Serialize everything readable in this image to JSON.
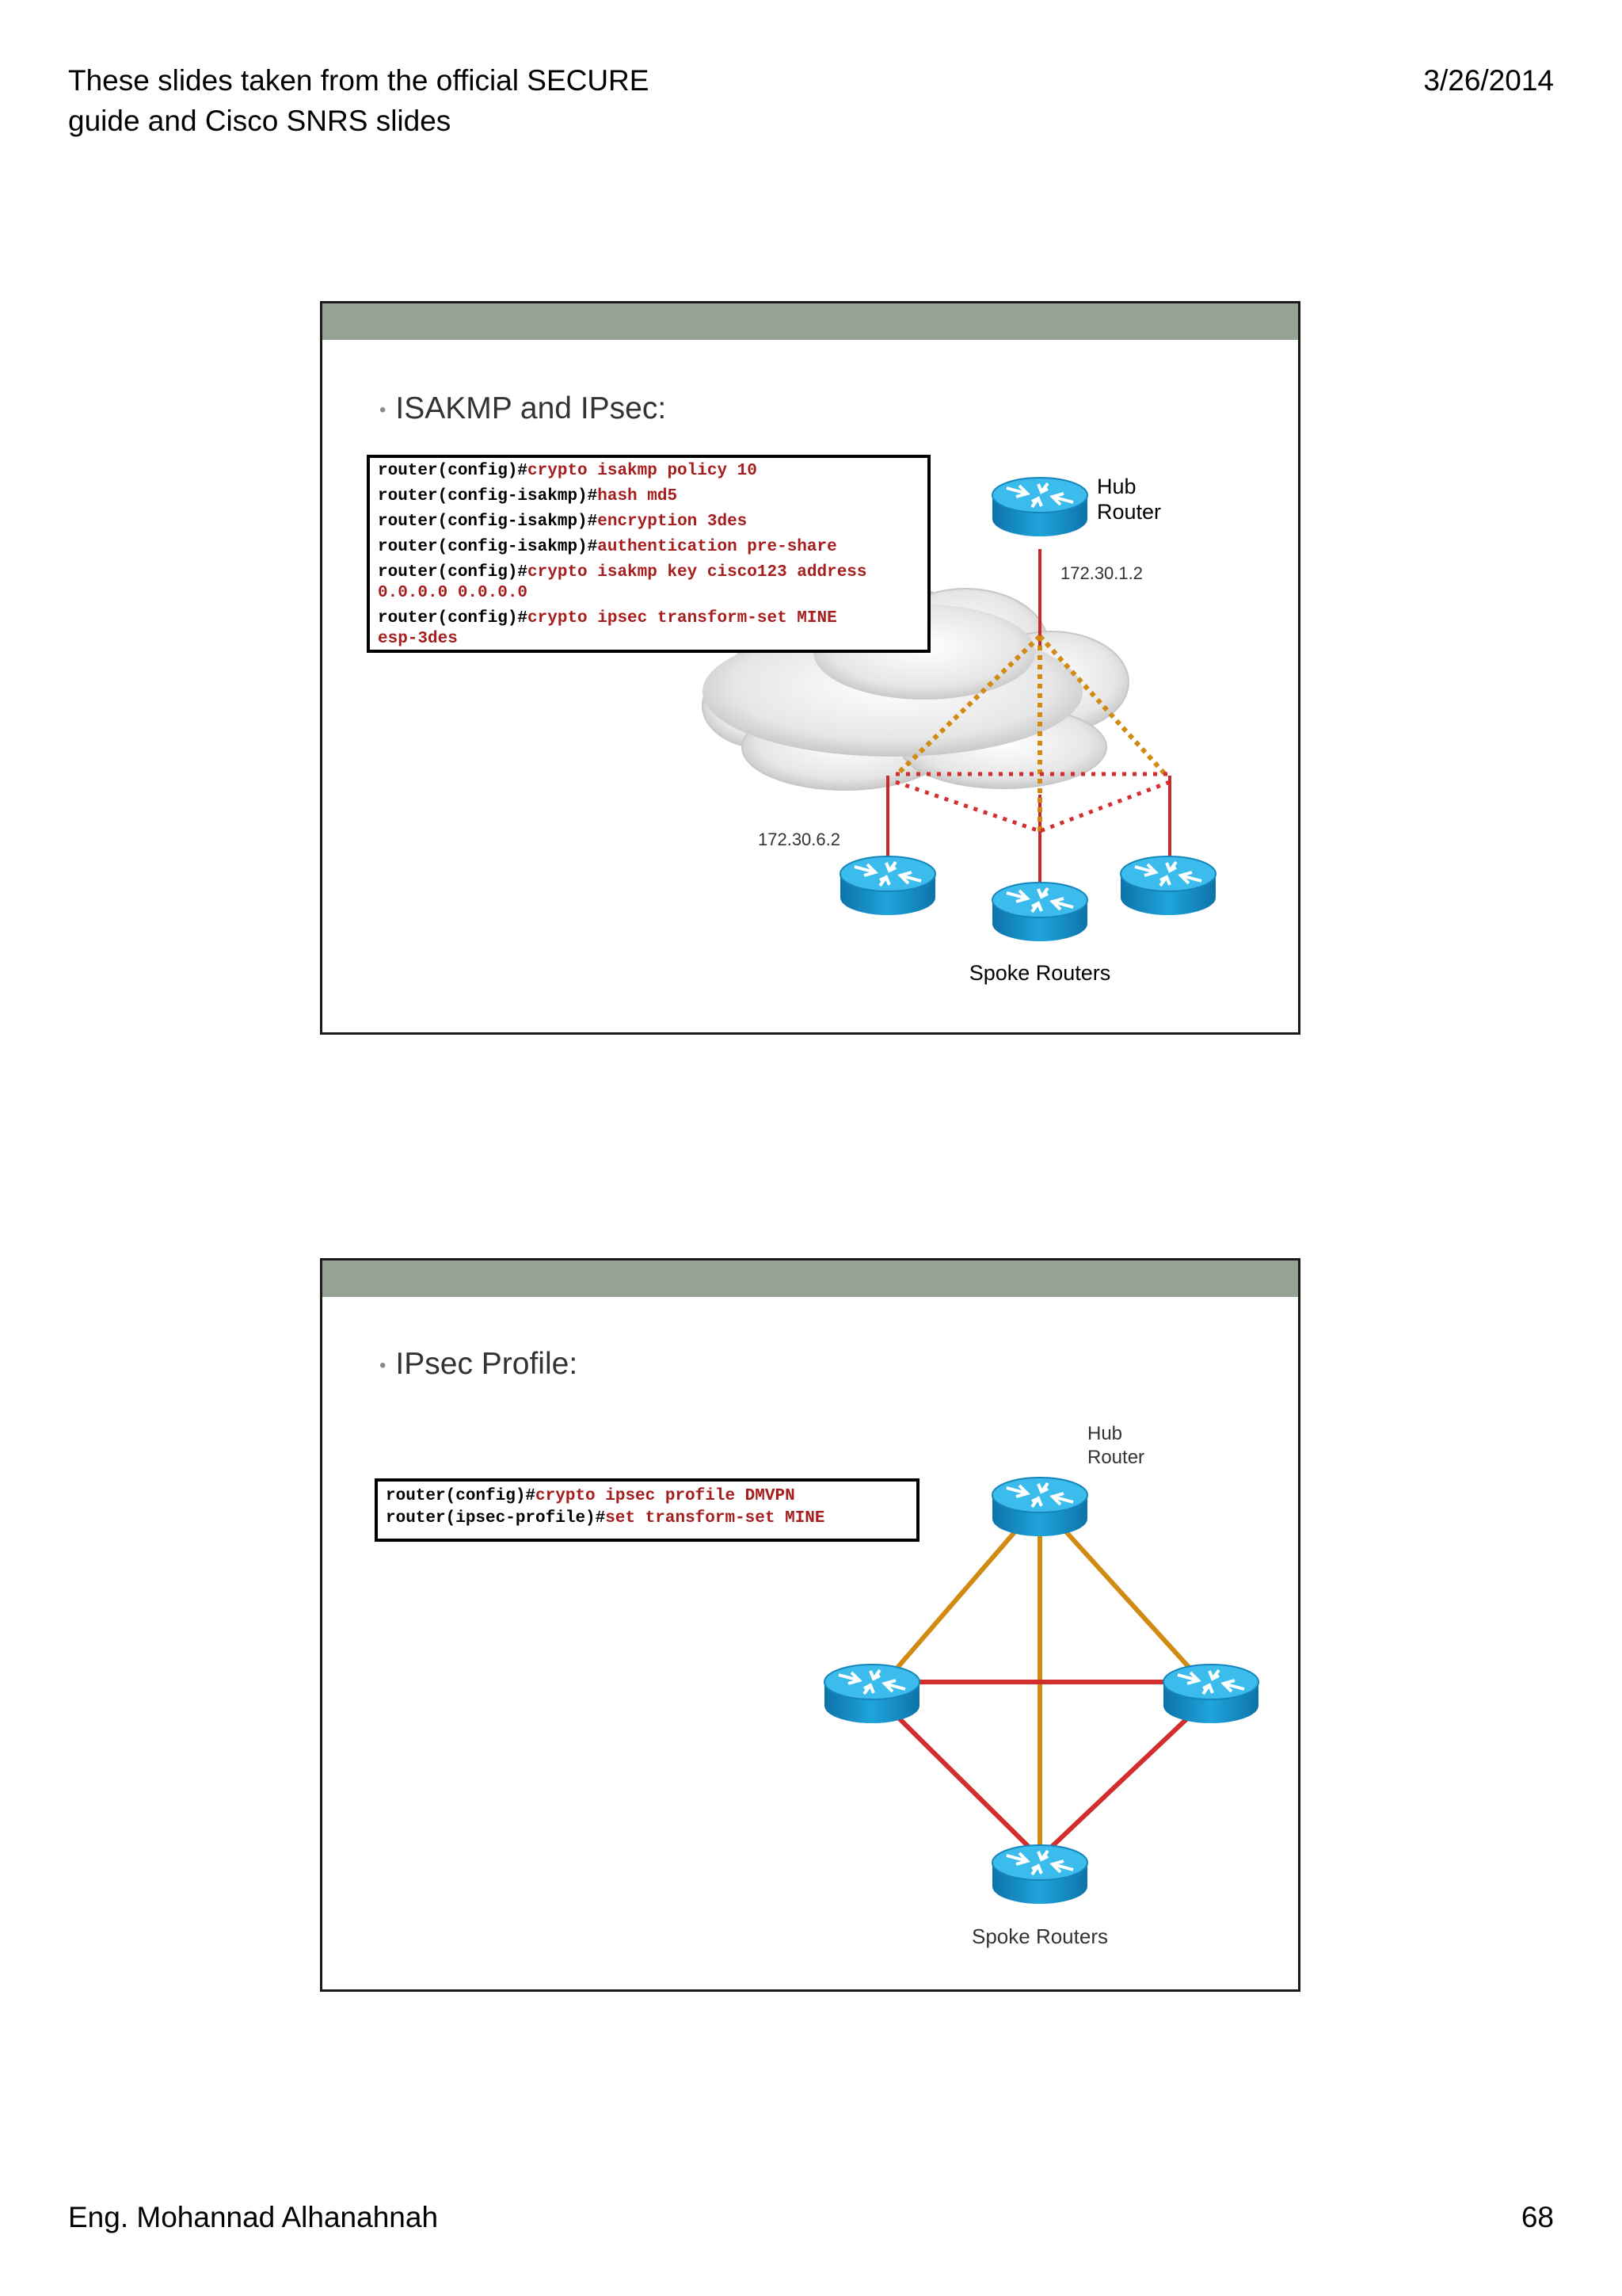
{
  "header": {
    "title_lines": [
      "These slides taken from the official SECURE",
      "guide and Cisco SNRS slides"
    ],
    "date": "3/26/2014"
  },
  "footer": {
    "author": "Eng. Mohannad Alhanahnah",
    "page": "68"
  },
  "slides": [
    {
      "bullet": "ISAKMP and IPsec:",
      "code": [
        {
          "prompt": "router(config)#",
          "cmd": "crypto isakmp policy 10"
        },
        {
          "prompt": "router(config-isakmp)#",
          "cmd": "hash md5"
        },
        {
          "prompt": "router(config-isakmp)#",
          "cmd": "encryption 3des"
        },
        {
          "prompt": "router(config-isakmp)#",
          "cmd": "authentication pre-share"
        },
        {
          "prompt": "router(config)#",
          "cmd": "crypto isakmp key cisco123 address",
          "cont": "0.0.0.0 0.0.0.0"
        },
        {
          "prompt": "router(config)#",
          "cmd": "crypto ipsec transform-set MINE",
          "cont": "esp-3des"
        }
      ],
      "diagram": {
        "hub_label_line1": "Hub",
        "hub_label_line2": "Router",
        "hub_ip": "172.30.1.2",
        "spoke_ip": "172.30.6.2",
        "spokes_label": "Spoke Routers"
      }
    },
    {
      "bullet": "IPsec Profile:",
      "code": [
        {
          "prompt": "router(config)#",
          "cmd": "crypto ipsec profile DMVPN"
        },
        {
          "prompt": "router(ipsec-profile)#",
          "cmd": "set transform-set MINE"
        }
      ],
      "diagram": {
        "hub_label_line1": "Hub",
        "hub_label_line2": "Router",
        "spokes_label": "Spoke Routers"
      }
    }
  ],
  "colors": {
    "slide_bar": "#94a394",
    "command_text": "#a51d1d",
    "router_body": "#1f9fd6",
    "physical_link": "#c62a2a",
    "hub_spoke_tunnel": "#d18a12",
    "spoke_spoke_tunnel": "#d22e2e"
  },
  "icons": [
    "router-icon",
    "cloud-icon"
  ]
}
